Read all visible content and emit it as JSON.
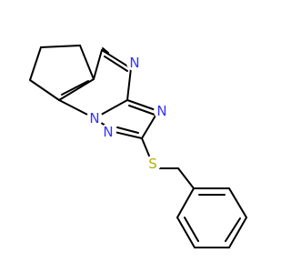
{
  "colors": {
    "bond": "#000000",
    "nitrogen": "#3333FF",
    "sulfur": "#B2B200",
    "background": "#FFFFFF"
  },
  "atoms": {
    "n_ring_top": "N",
    "n_bridgehead": "N",
    "n_triazole_right": "N",
    "n_triazole_bottom": "N",
    "s_thioether": "S"
  }
}
